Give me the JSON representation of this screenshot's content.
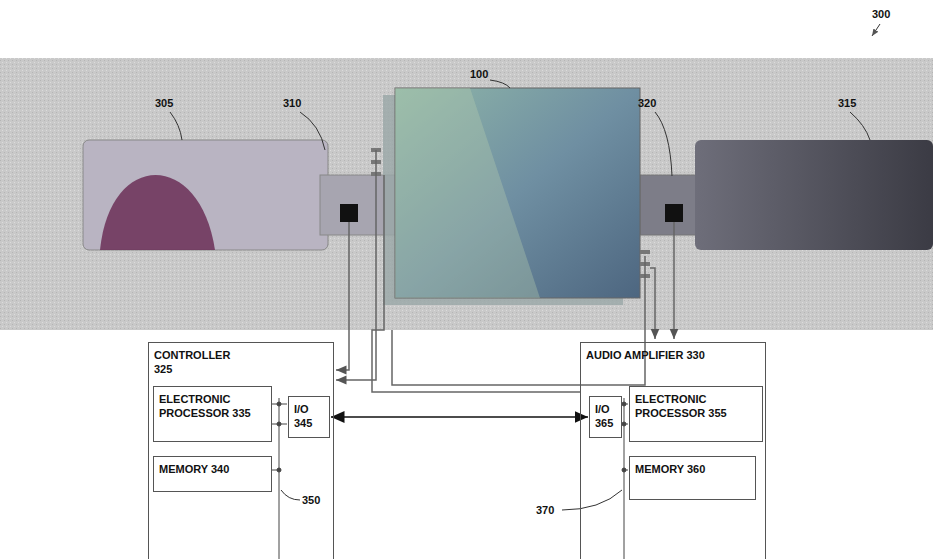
{
  "diagram": {
    "nodes": [
      {
        "text": [
          "CONTROLLER 325"
        ]
      },
      {
        "text": [
          "ELECTRONIC PROCESSOR 335"
        ],
        "in": 0
      },
      {
        "text": [
          "I/O 345"
        ],
        "in": 0
      },
      {
        "text": [
          "MEMORY 340"
        ],
        "in": 0
      },
      {
        "text": [
          "AUDIO AMPLIFIER 330"
        ]
      },
      {
        "text": [
          "I/O 365"
        ],
        "in": 4
      },
      {
        "text": [
          "ELECTRONIC PROCESSOR 355"
        ],
        "in": 4
      },
      {
        "text": [
          "MEMORY 360"
        ],
        "in": 4
      }
    ],
    "edges": [
      {
        "from": 2,
        "to": 5,
        "arrow": "both"
      }
    ],
    "labels": [
      "300",
      "305",
      "310",
      "100",
      "320",
      "315",
      "350",
      "370"
    ]
  }
}
